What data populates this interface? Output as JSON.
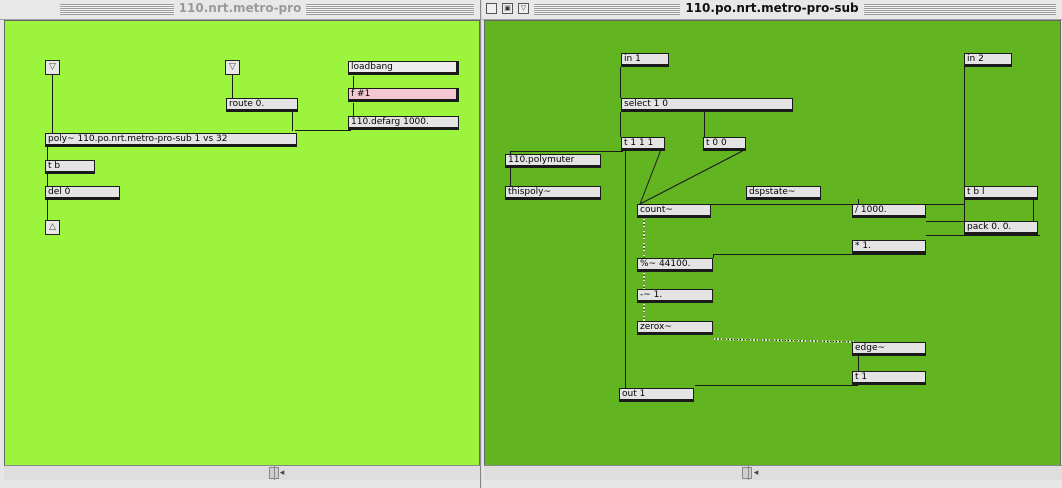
{
  "left_window": {
    "title": "110.nrt.metro-pro",
    "background": "#9cf53c",
    "objects": {
      "loadbang": "loadbang",
      "f_arg": "f #1",
      "defarg": "110.defarg 1000.",
      "route": "route 0.",
      "poly": "poly~ 110.po.nrt.metro-pro-sub 1 vs 32",
      "tb": "t b",
      "del": "del 0"
    },
    "inlet_icon": "inlet-arrow-icon",
    "outlet_icon": "outlet-arrow-icon"
  },
  "right_window": {
    "title": "110.po.nrt.metro-pro-sub",
    "background": "#62b521",
    "objects": {
      "in1": "in 1",
      "in2": "in 2",
      "select": "select 1 0",
      "t111": "t 1 1 1",
      "t00": "t 0 0",
      "polymuter": "110.polymuter",
      "thispoly": "thispoly~",
      "dspstate": "dspstate~",
      "count": "count~",
      "div": "/ 1000.",
      "tbl": "t b l",
      "pack": "pack 0. 0.",
      "mul": "* 1.",
      "mod": "%~ 44100.",
      "sub": "-~ 1.",
      "zerox": "zerox~",
      "edge": "edge~",
      "t1": "t 1",
      "out1": "out 1"
    }
  },
  "scroll_arrow": "◂"
}
